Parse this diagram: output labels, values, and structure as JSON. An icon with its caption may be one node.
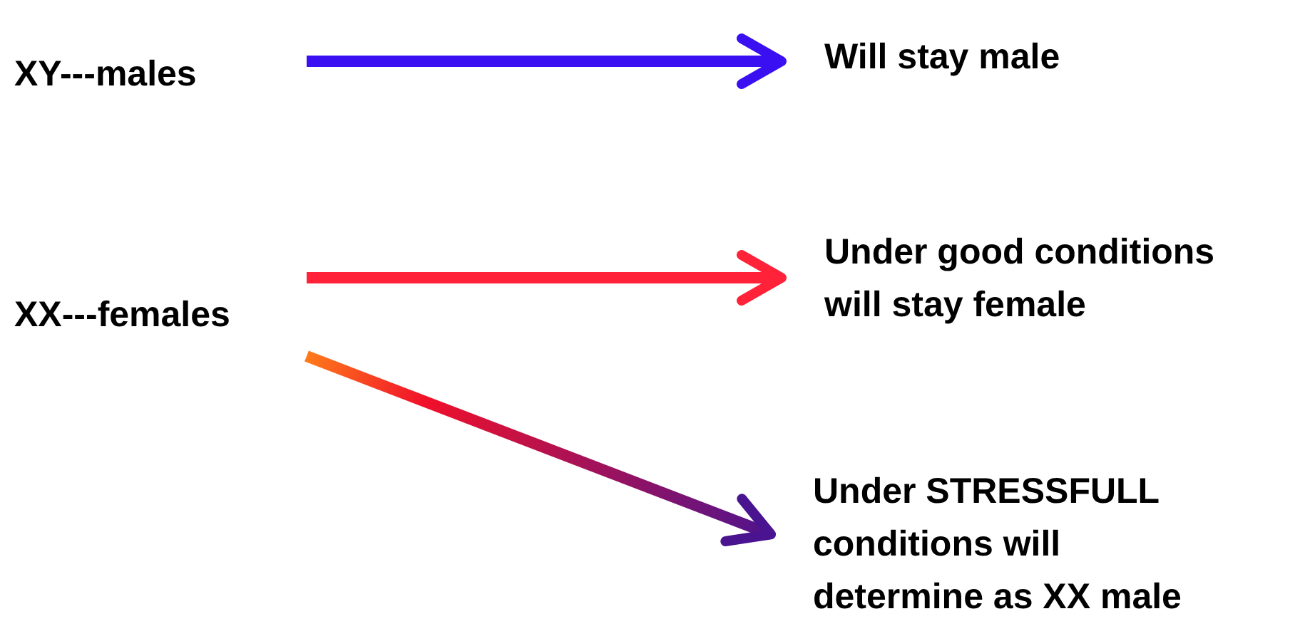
{
  "diagram": {
    "nodes": [
      {
        "text": [
          "XY---males"
        ]
      },
      {
        "text": [
          "Will stay male"
        ]
      },
      {
        "text": [
          "XX---females"
        ]
      },
      {
        "text": [
          "Under good conditions will stay female"
        ]
      },
      {
        "text": [
          "Under STRESSFULL conditions will determine as XX male"
        ]
      }
    ],
    "edges": [
      {
        "from": 0,
        "to": 1,
        "arrow": "to",
        "color": "#3a0ff2"
      },
      {
        "from": 2,
        "to": 3,
        "arrow": "to",
        "color": "#ff2238"
      },
      {
        "from": 2,
        "to": 4,
        "arrow": "to",
        "color": "#4a1490"
      }
    ]
  }
}
